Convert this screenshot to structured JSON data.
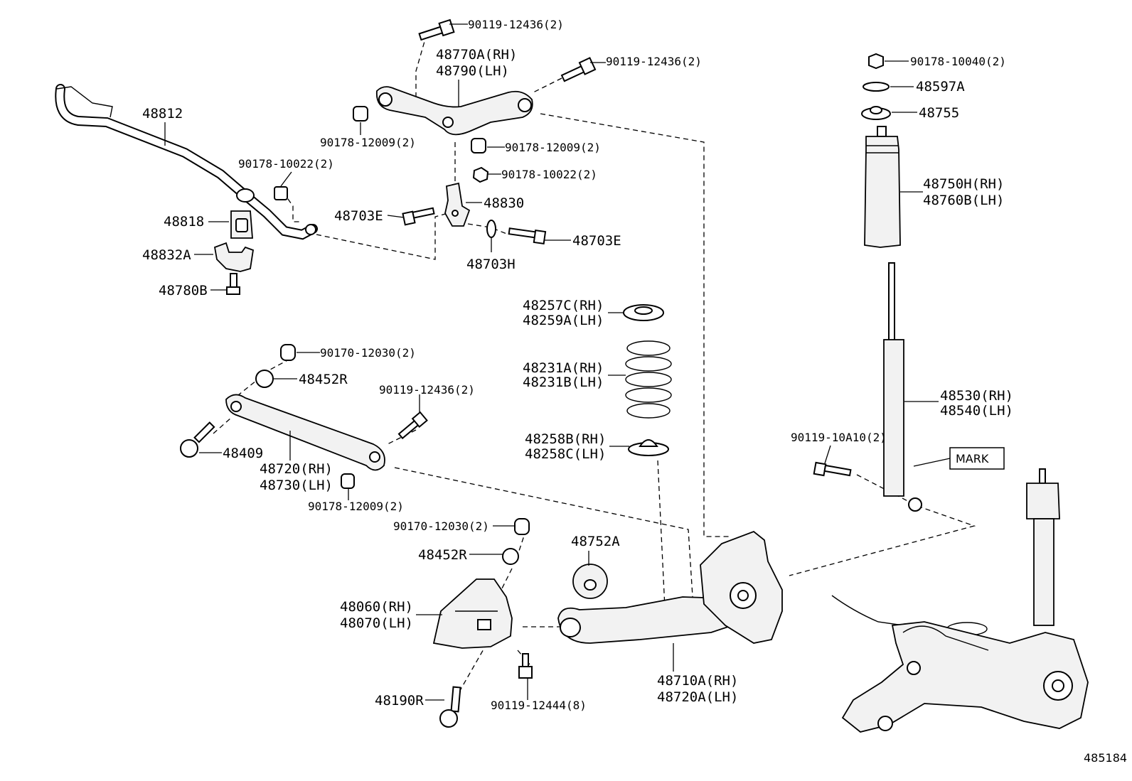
{
  "labels": {
    "p90119_12436_a": "90119-12436(2)",
    "p48770a": "48770A(RH)",
    "p48790": "48790(LH)",
    "p90119_12436_b": "90119-12436(2)",
    "p48812": "48812",
    "p90178_12009_a": "90178-12009(2)",
    "p90178_12009_b": "90178-12009(2)",
    "p90178_10022_a": "90178-10022(2)",
    "p90178_10022_b": "90178-10022(2)",
    "p48830": "48830",
    "p48703e_a": "48703E",
    "p48703e_b": "48703E",
    "p48703h": "48703H",
    "p48818": "48818",
    "p48832a": "48832A",
    "p48780b": "48780B",
    "p90178_10040": "90178-10040(2)",
    "p48597a": "48597A",
    "p48755": "48755",
    "p48750h": "48750H(RH)",
    "p48760b": "48760B(LH)",
    "p48257c": "48257C(RH)",
    "p48259a": "48259A(LH)",
    "p48231a": "48231A(RH)",
    "p48231b": "48231B(LH)",
    "p48258b": "48258B(RH)",
    "p48258c": "48258C(LH)",
    "p90170_12030_a": "90170-12030(2)",
    "p48452r_a": "48452R",
    "p90119_12436_c": "90119-12436(2)",
    "p48409": "48409",
    "p48720": "48720(RH)",
    "p48730": "48730(LH)",
    "p90178_12009_c": "90178-12009(2)",
    "p48530": "48530(RH)",
    "p48540": "48540(LH)",
    "p90119_10a10": "90119-10A10(2)",
    "mark": "MARK",
    "p90170_12030_b": "90170-12030(2)",
    "p48452r_b": "48452R",
    "p48752a": "48752A",
    "p48060": "48060(RH)",
    "p48070": "48070(LH)",
    "p48710a": "48710A(RH)",
    "p48720a": "48720A(LH)",
    "p48190r": "48190R",
    "p90119_12444": "90119-12444(8)",
    "ref_number": "485184"
  }
}
